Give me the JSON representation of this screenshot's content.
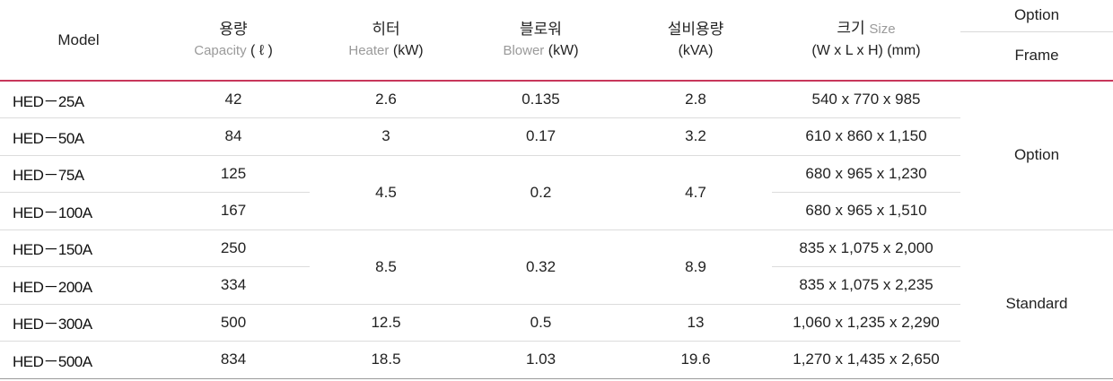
{
  "table": {
    "headers": {
      "model": "Model",
      "capacity_kr": "용량",
      "capacity_en": "Capacity",
      "capacity_unit": "( ℓ )",
      "heater_kr": "히터",
      "heater_en": "Heater",
      "heater_unit": "(kW)",
      "blower_kr": "블로워",
      "blower_en": "Blower",
      "blower_unit": "(kW)",
      "power_kr": "설비용량",
      "power_unit": "(kVA)",
      "size_kr": "크기",
      "size_en": "Size",
      "size_unit": "(W x L x H) (mm)",
      "option": "Option",
      "frame": "Frame"
    },
    "rows": [
      {
        "model": "HED－25A",
        "capacity": "42",
        "heater": "2.6",
        "blower": "0.135",
        "power": "2.8",
        "size": "540 x 770 x 985"
      },
      {
        "model": "HED－50A",
        "capacity": "84",
        "heater": "3",
        "blower": "0.17",
        "power": "3.2",
        "size": "610 x 860 x 1,150"
      },
      {
        "model": "HED－75A",
        "capacity": "125",
        "heater": "4.5",
        "blower": "0.2",
        "power": "4.7",
        "size": "680 x 965 x 1,230"
      },
      {
        "model": "HED－100A",
        "capacity": "167",
        "size": "680 x 965 x 1,510"
      },
      {
        "model": "HED－150A",
        "capacity": "250",
        "heater": "8.5",
        "blower": "0.32",
        "power": "8.9",
        "size": "835 x 1,075 x 2,000"
      },
      {
        "model": "HED－200A",
        "capacity": "334",
        "size": "835 x 1,075 x 2,235"
      },
      {
        "model": "HED－300A",
        "capacity": "500",
        "heater": "12.5",
        "blower": "0.5",
        "power": "13",
        "size": "1,060 x 1,235 x 2,290"
      },
      {
        "model": "HED－500A",
        "capacity": "834",
        "heater": "18.5",
        "blower": "1.03",
        "power": "19.6",
        "size": "1,270 x 1,435 x 2,650"
      }
    ],
    "frame_groups": {
      "option": "Option",
      "standard": "Standard"
    }
  }
}
